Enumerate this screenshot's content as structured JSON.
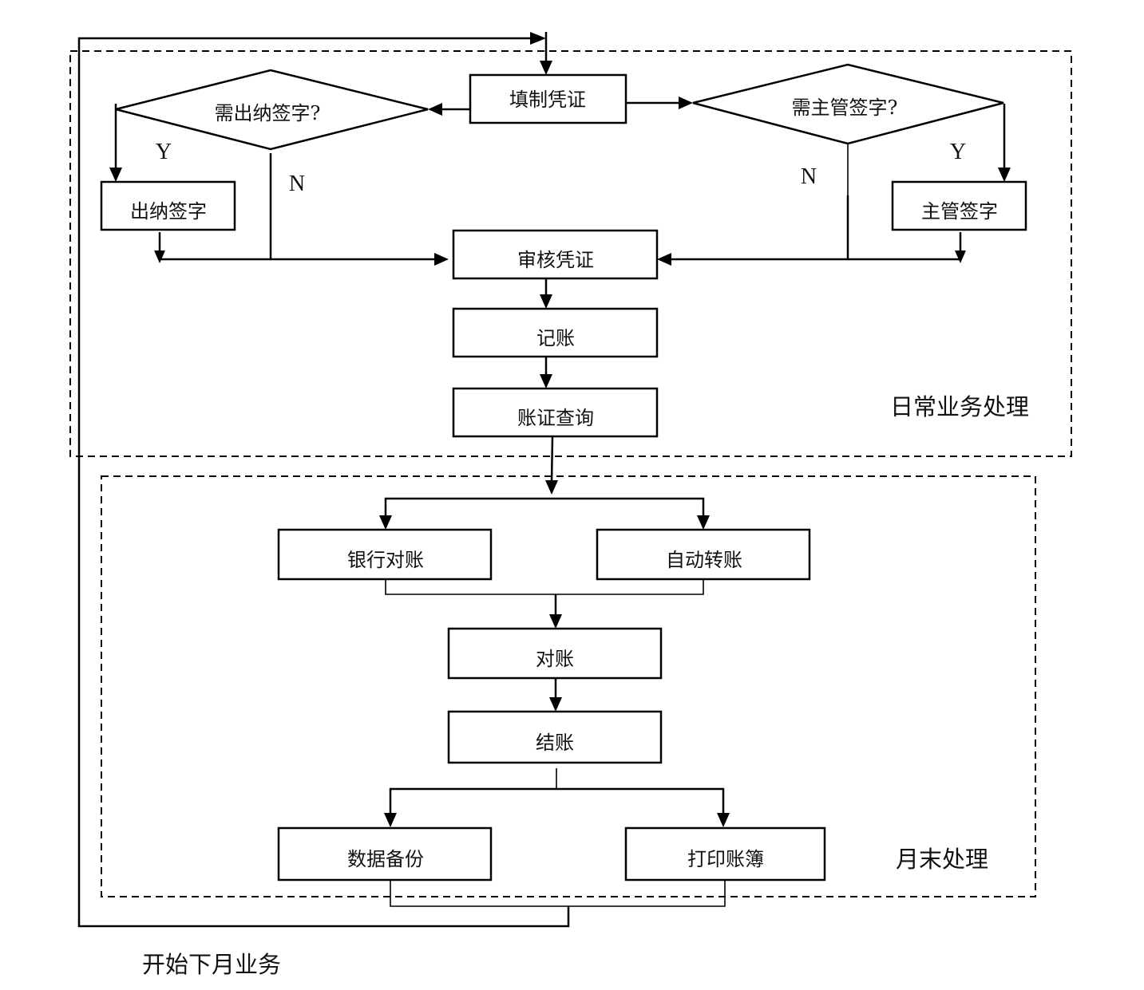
{
  "diagram": {
    "type": "flowchart",
    "regions": {
      "daily": "日常业务处理",
      "month_end": "月末处理"
    },
    "nodes": {
      "fill_voucher": "填制凭证",
      "need_cashier": "需出纳签字?",
      "need_supervisor": "需主管签字?",
      "cashier_sign": "出纳签字",
      "supervisor_sign": "主管签字",
      "audit_voucher": "审核凭证",
      "bookkeeping": "记账",
      "query": "账证查询",
      "bank_reconcile": "银行对账",
      "auto_transfer": "自动转账",
      "reconcile": "对账",
      "close_books": "结账",
      "backup": "数据备份",
      "print_books": "打印账簿"
    },
    "branch_labels": {
      "cashier_yes": "Y",
      "cashier_no": "N",
      "supervisor_yes": "Y",
      "supervisor_no": "N"
    },
    "loop_label": "开始下月业务",
    "edges": [
      [
        "fill_voucher",
        "need_cashier"
      ],
      [
        "fill_voucher",
        "need_supervisor"
      ],
      [
        "need_cashier",
        "cashier_sign",
        "Y"
      ],
      [
        "need_cashier",
        "audit_voucher",
        "N"
      ],
      [
        "cashier_sign",
        "audit_voucher"
      ],
      [
        "need_supervisor",
        "supervisor_sign",
        "Y"
      ],
      [
        "need_supervisor",
        "audit_voucher",
        "N"
      ],
      [
        "supervisor_sign",
        "audit_voucher"
      ],
      [
        "audit_voucher",
        "bookkeeping"
      ],
      [
        "bookkeeping",
        "query"
      ],
      [
        "query",
        "bank_reconcile"
      ],
      [
        "query",
        "auto_transfer"
      ],
      [
        "bank_reconcile",
        "reconcile"
      ],
      [
        "auto_transfer",
        "reconcile"
      ],
      [
        "reconcile",
        "close_books"
      ],
      [
        "close_books",
        "backup"
      ],
      [
        "close_books",
        "print_books"
      ],
      [
        "backup",
        "fill_voucher"
      ],
      [
        "print_books",
        "fill_voucher"
      ]
    ]
  }
}
